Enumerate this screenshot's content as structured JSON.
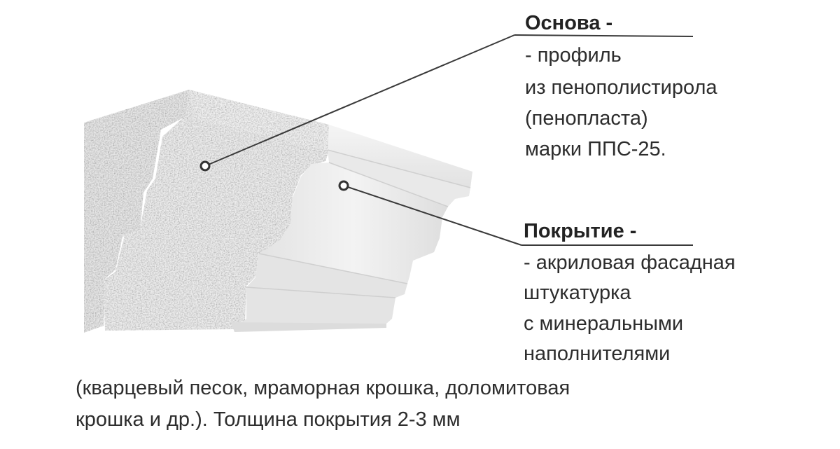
{
  "labels": {
    "base": {
      "title": "Основа -",
      "lines": [
        "- профиль",
        "из пенополистирола",
        "(пенопласта)",
        "марки ППС-25."
      ]
    },
    "coating": {
      "title": "Покрытие -",
      "lines": [
        "- акриловая фасадная",
        "штукатурка",
        "с минеральными",
        "наполнителями"
      ]
    }
  },
  "footer": {
    "lines": [
      "(кварцевый песок, мраморная крошка, доломитовая",
      "крошка и др.). Толщина покрытия 2-3 мм"
    ]
  },
  "colors": {
    "foam": "#e8e8e8",
    "coating": "#f2f2f2",
    "leader": "#3a3a3a",
    "text": "#2d2d2d"
  }
}
